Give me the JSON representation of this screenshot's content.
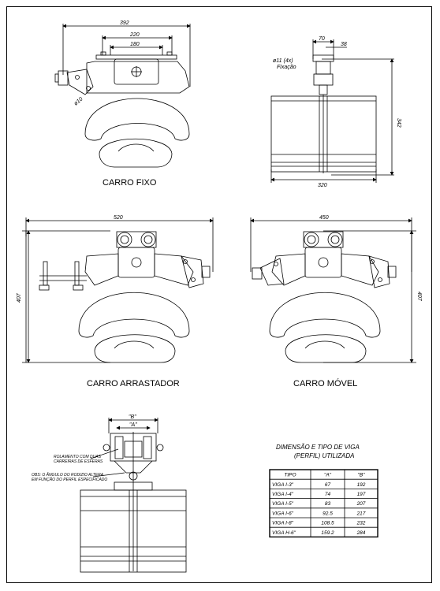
{
  "views": {
    "carro_fixo": {
      "caption": "CARRO FIXO",
      "dim_total": "392",
      "dim_mid": "220",
      "dim_inner": "180",
      "hole_label": "ø10"
    },
    "side_view": {
      "dim_top1": "70",
      "dim_top2": "38",
      "fix_label1": "ø11 (4x)",
      "fix_label2": "Fixação",
      "dim_height": "342",
      "dim_width": "320"
    },
    "carro_arrastador": {
      "caption": "CARRO ARRASTADOR",
      "dim_width": "520",
      "dim_height": "407"
    },
    "carro_movel": {
      "caption": "CARRO MÓVEL",
      "dim_width": "450",
      "dim_height": "407"
    },
    "section_detail": {
      "label_b": "\"B\"",
      "label_a": "\"A\"",
      "note1_line1": "ROLAMENTO COM DUAS",
      "note1_line2": "CARREIRAS DE ESFERAS",
      "note2_line1": "OBS: O ÂNGULO DO RODIZIO ALTERA",
      "note2_line2": "EM FUNÇÃO DO PERFIL ESPECIFICADO"
    }
  },
  "table": {
    "title_line1": "DIMENSÃO E TIPO DE VIGA",
    "title_line2": "(PERFIL) UTILIZADA",
    "headers": [
      "TIPO",
      "\"A\"",
      "\"B\""
    ],
    "rows": [
      [
        "VIGA I-3\"",
        "67",
        "192"
      ],
      [
        "VIGA I-4\"",
        "74",
        "197"
      ],
      [
        "VIGA I-5\"",
        "83",
        "207"
      ],
      [
        "VIGA I-6\"",
        "92.5",
        "217"
      ],
      [
        "VIGA I-8\"",
        "108.5",
        "232"
      ],
      [
        "VIGA H-6\"",
        "159.2",
        "284"
      ]
    ]
  }
}
